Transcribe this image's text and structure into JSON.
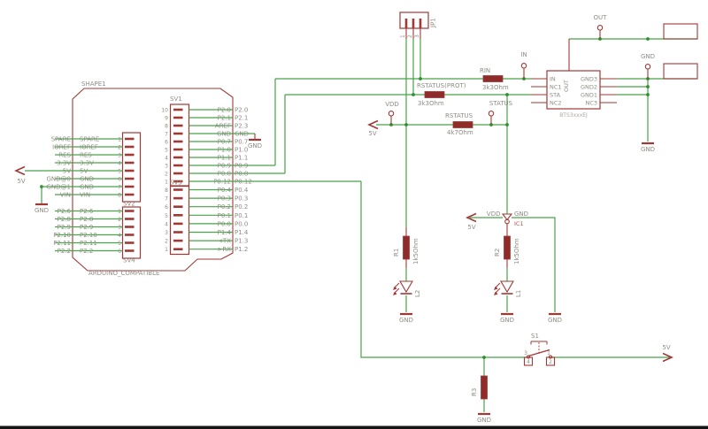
{
  "colors": {
    "wire": "#47a347",
    "junction": "#2f8f2f",
    "component": "#a03936",
    "body": "#8f2b28",
    "text": "#8e8c84",
    "muted": "#aaa89f",
    "ic1_name": "#c0504a",
    "background": "#ffffff",
    "border": "#151515"
  },
  "shape": {
    "name": "SHAPE1",
    "caption": "ARDUINO_COMPATIBLE"
  },
  "headers": {
    "sv1": {
      "name": "SV1",
      "rows": [
        {
          "pin": "10",
          "inner": "P2.0",
          "outer": "P2.0"
        },
        {
          "pin": "9",
          "inner": "P2.1",
          "outer": "P2.1"
        },
        {
          "pin": "8",
          "inner": "AREF",
          "outer": "P2.3"
        },
        {
          "pin": "7",
          "inner": "GND",
          "outer": "GND"
        },
        {
          "pin": "6",
          "inner": "P0.7",
          "outer": "P0.7"
        },
        {
          "pin": "5",
          "inner": "P1.0",
          "outer": "P1.0"
        },
        {
          "pin": "4",
          "inner": "P1.1",
          "outer": "P1.1"
        },
        {
          "pin": "3",
          "inner": "P0.9",
          "outer": "P0.9"
        },
        {
          "pin": "2",
          "inner": "P0.8",
          "outer": "P0.8"
        },
        {
          "pin": "1",
          "inner": "P0.12",
          "outer": "P0.12"
        }
      ]
    },
    "sv3": {
      "name": "SV3",
      "rows": [
        {
          "pin": "8",
          "inner": "P0.4",
          "outer": "P0.4"
        },
        {
          "pin": "7",
          "inner": "P0.3",
          "outer": "P0.3"
        },
        {
          "pin": "6",
          "inner": "P0.2",
          "outer": "P0.2"
        },
        {
          "pin": "5",
          "inner": "P0.1",
          "outer": "P0.1"
        },
        {
          "pin": "4",
          "inner": "P0.0",
          "outer": "P0.0"
        },
        {
          "pin": "3",
          "inner": "P1.4",
          "outer": "P1.4"
        },
        {
          "pin": "2",
          "inner": "<TX",
          "outer": "P1.3"
        },
        {
          "pin": "1",
          "inner": ">RX",
          "outer": "P1.2"
        }
      ]
    },
    "sv2": {
      "name": "SV2",
      "rows": [
        {
          "pin": "1",
          "inner": "SPARE",
          "outer": "SPARE"
        },
        {
          "pin": "2",
          "inner": "IOREF",
          "outer": "IOREF"
        },
        {
          "pin": "3",
          "inner": "RES",
          "outer": "RES"
        },
        {
          "pin": "4",
          "inner": "3.3V",
          "outer": "3.3V"
        },
        {
          "pin": "5",
          "inner": "5V",
          "outer": "5V"
        },
        {
          "pin": "6",
          "inner": "GND",
          "outer": "GND@0"
        },
        {
          "pin": "7",
          "inner": "GND",
          "outer": "GND@1"
        },
        {
          "pin": "8",
          "inner": "VIN",
          "outer": "VIN"
        }
      ]
    },
    "sv4": {
      "name": "SV4",
      "rows": [
        {
          "pin": "1",
          "inner": "P2.6",
          "outer": "P2.6"
        },
        {
          "pin": "2",
          "inner": "P2.8",
          "outer": "P2.8"
        },
        {
          "pin": "3",
          "inner": "P2.9",
          "outer": "P2.9"
        },
        {
          "pin": "4",
          "inner": "P2.10",
          "outer": "P2.10"
        },
        {
          "pin": "5",
          "inner": "P2.11",
          "outer": "P2.11"
        },
        {
          "pin": "6",
          "inner": "P2.2",
          "outer": "P2.2"
        }
      ]
    }
  },
  "jp1": {
    "name": "JP1",
    "pins": [
      "1",
      "2",
      "3"
    ]
  },
  "chip": {
    "value": "BTS3xxxEJ",
    "left_pins": [
      "IN",
      "NC1",
      "STA",
      "NC2"
    ],
    "right_pins": [
      "GND3",
      "GND2",
      "GND1",
      "NC3"
    ],
    "top_pin": "OUT"
  },
  "resistors": {
    "rin": {
      "name": "RIN",
      "value": "3k3Ohm"
    },
    "rstatus_prot": {
      "name": "RSTATUS(PROT)",
      "value": "3k3Ohm"
    },
    "rstatus": {
      "name": "RSTATUS",
      "value": "4k7Ohm"
    },
    "r1": {
      "name": "R1",
      "value": "1k5Ohm"
    },
    "r2": {
      "name": "R2",
      "value": "1k5Ohm"
    },
    "r3": {
      "name": "R3"
    }
  },
  "leds": {
    "l1": "L1",
    "l2": "L2"
  },
  "ic1": {
    "name": "IC1",
    "vdd": "VDD",
    "gnd": "GND"
  },
  "switch": {
    "name": "S1",
    "pin3": "3",
    "pin1": "1",
    "pin4": "4",
    "pin2": "2"
  },
  "supply": {
    "v5": "5V",
    "gnd": "GND",
    "vdd": "VDD",
    "in": "IN",
    "out": "OUT",
    "status": "STATUS"
  }
}
